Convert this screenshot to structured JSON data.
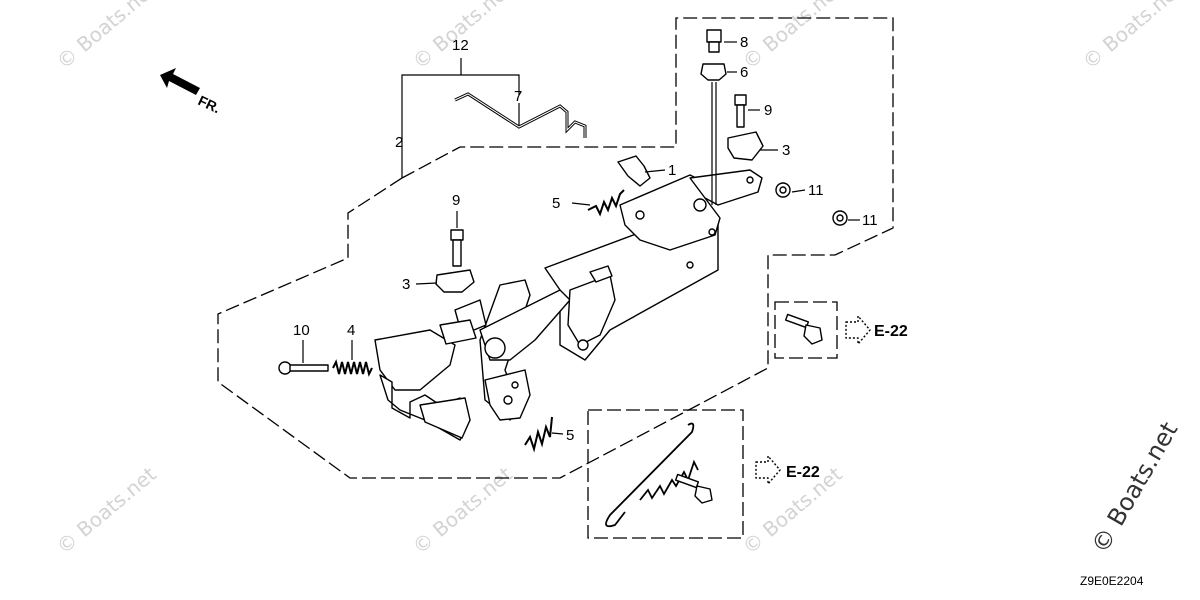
{
  "diagram": {
    "direction_label": "FR.",
    "diagram_code": "Z9E0E2204",
    "watermark_text": "© Boats.net",
    "reference_labels": [
      "E-22",
      "E-22"
    ],
    "callouts": [
      "12",
      "7",
      "2",
      "8",
      "6",
      "9",
      "3",
      "1",
      "5",
      "11",
      "11",
      "9",
      "3",
      "10",
      "4",
      "5"
    ]
  }
}
